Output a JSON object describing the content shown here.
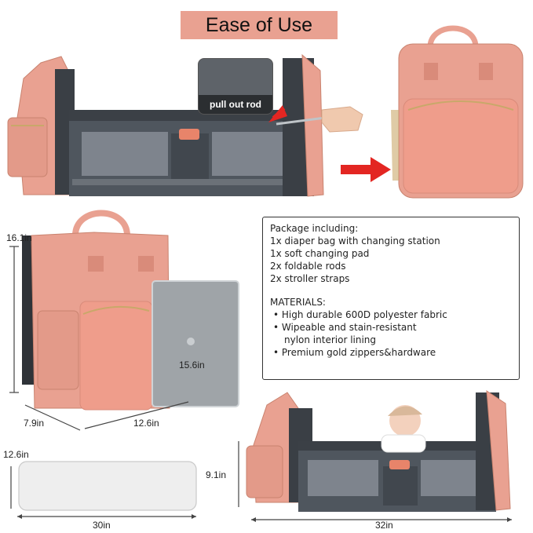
{
  "banner": {
    "title": "Ease of Use"
  },
  "callout": {
    "pull_label": "pull out rod"
  },
  "dimensions": {
    "height_bag": "16.1in",
    "depth_bag": "7.9in",
    "width_bag": "12.6in",
    "laptop": "15.6in",
    "pad_height": "12.6in",
    "pad_width": "30in",
    "bed_height": "9.1in",
    "bed_width": "32in"
  },
  "package": {
    "heading": "Package including:",
    "items": [
      "1x diaper bag with changing station",
      "1x soft changing pad",
      "2x foldable rods",
      "2x stroller straps"
    ]
  },
  "materials": {
    "heading": "MATERIALS:",
    "items": [
      "High durable 600D polyester fabric",
      "Wipeable and stain-resistant",
      "nylon interior lining",
      "Premium gold zippers&hardware"
    ]
  },
  "colors": {
    "bag_pink": "#e9a191",
    "bag_pink_dark": "#d98b7a",
    "bed_gray": "#4f565e",
    "mesh_gray": "#8a9098",
    "banner_bg": "#e9a191",
    "arrow_red": "#e32622",
    "zipper_gold": "#c9a86a"
  }
}
